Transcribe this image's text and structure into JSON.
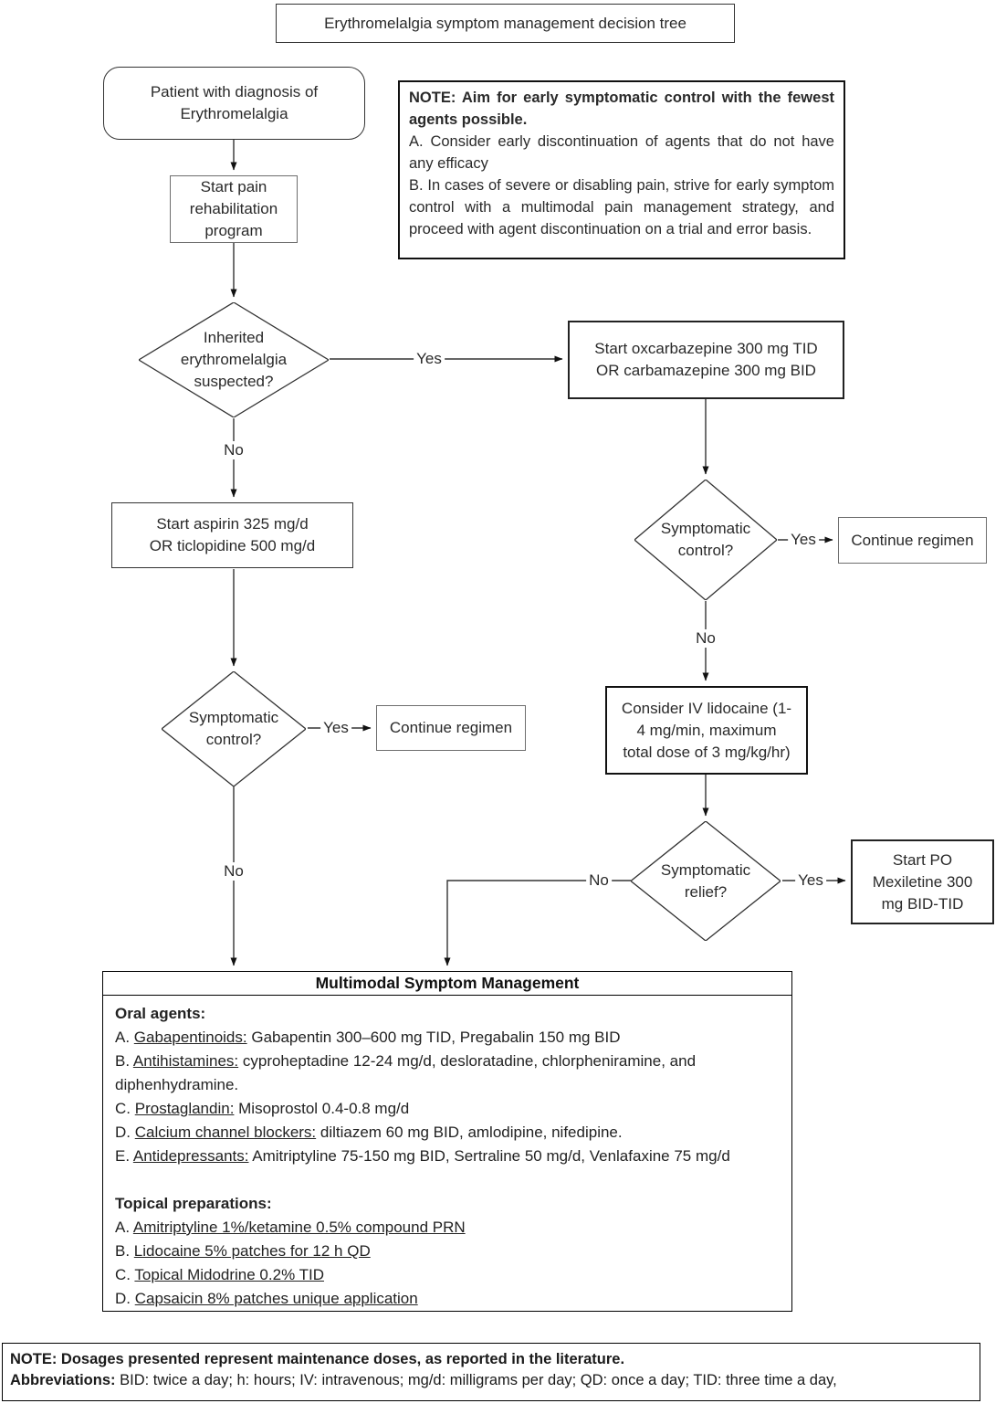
{
  "title": "Erythromelalgia symptom management decision tree",
  "labels": {
    "yes": "Yes",
    "no": "No"
  },
  "nodes": {
    "patient": "Patient with diagnosis of\nErythromelalgia",
    "rehab": "Start pain\nrehabilitation\nprogram",
    "inherited": "Inherited\nerythromelalgia\nsuspected?",
    "oxcarbazepine": "Start oxcarbazepine 300 mg TID\nOR carbamazepine 300 mg BID",
    "aspirin": "Start aspirin 325 mg/d\nOR ticlopidine 500 mg/d",
    "symptomatic_control": "Symptomatic\ncontrol?",
    "continue_regimen": "Continue regimen",
    "lidocaine": "Consider IV lidocaine (1-\n4 mg/min, maximum\ntotal dose of 3 mg/kg/hr)",
    "symptomatic_relief": "Symptomatic\nrelief?",
    "mexiletine": "Start PO\nMexiletine 300\nmg BID-TID"
  },
  "note": {
    "heading": "NOTE: Aim for early symptomatic control with the fewest agents possible.",
    "item_a": "A. Consider early discontinuation of agents that do not have any efficacy",
    "item_b": "B. In cases of severe or disabling pain, strive for early symptom control with a multimodal pain management strategy, and proceed with agent discontinuation on a trial and error basis."
  },
  "multimodal": {
    "title": "Multimodal Symptom Management",
    "oral": {
      "heading": "Oral agents:",
      "items": [
        {
          "prefix": "A. ",
          "underline": "Gabapentinoids:",
          "rest": " Gabapentin 300–600 mg TID, Pregabalin 150 mg BID"
        },
        {
          "prefix": "B. ",
          "underline": "Antihistamines:",
          "rest": " cyproheptadine 12-24 mg/d, desloratadine, chlorpheniramine, and diphenhydramine."
        },
        {
          "prefix": "C. ",
          "underline": "Prostaglandin:",
          "rest": " Misoprostol 0.4-0.8 mg/d"
        },
        {
          "prefix": "D. ",
          "underline": "Calcium channel blockers:",
          "rest": " diltiazem 60 mg BID, amlodipine, nifedipine."
        },
        {
          "prefix": "E. ",
          "underline": "Antidepressants:",
          "rest": " Amitriptyline 75-150 mg BID, Sertraline 50 mg/d, Venlafaxine 75 mg/d"
        }
      ]
    },
    "topical": {
      "heading": "Topical preparations:",
      "items": [
        {
          "prefix": "A. ",
          "underline": "Amitriptyline 1%/ketamine 0.5% compound PRN",
          "rest": ""
        },
        {
          "prefix": "B. ",
          "underline": "Lidocaine 5% patches for 12 h QD",
          "rest": ""
        },
        {
          "prefix": "C. ",
          "underline": "Topical Midodrine 0.2% TID",
          "rest": ""
        },
        {
          "prefix": "D. ",
          "underline": "Capsaicin 8% patches unique application",
          "rest": ""
        }
      ]
    }
  },
  "footer": {
    "note": "NOTE: Dosages presented represent maintenance doses, as reported in the literature.",
    "abbreviations_label": "Abbreviations:",
    "abbreviations": "BID: twice a day; h: hours; IV: intravenous; mg/d: milligrams per day; QD: once a day; TID: three time a day,"
  },
  "colors": {
    "background": "#ffffff",
    "ink": "#1a1a1a",
    "line": "#333333"
  }
}
